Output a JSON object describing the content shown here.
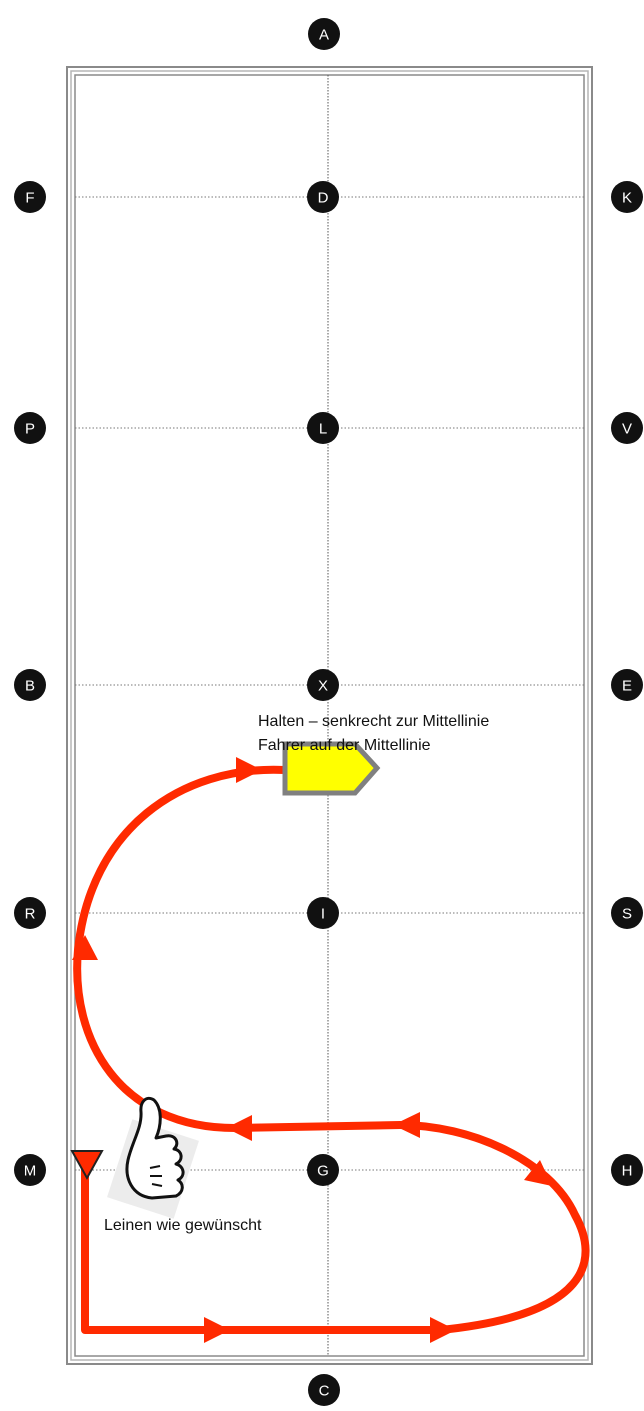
{
  "arena": {
    "markers": {
      "top": "A",
      "bottom": "C",
      "left_side": [
        "F",
        "P",
        "B",
        "R",
        "M"
      ],
      "right_side": [
        "K",
        "V",
        "E",
        "S",
        "H"
      ],
      "center_line": [
        "D",
        "L",
        "X",
        "I",
        "G"
      ]
    }
  },
  "annotations": {
    "halt_line1": "Halten – senkrecht zur Mittellinie",
    "halt_line2": "Fahrer auf der Mittellinie",
    "reins": "Leinen wie gewünscht"
  },
  "colors": {
    "path": "#ff2a00",
    "halt_marker": "#ffff00",
    "halt_border": "#808080",
    "marker_fill": "#111111",
    "start_triangle": "#ff2a00"
  },
  "icons": {
    "thumbs_up": "thumbs-up-icon",
    "start": "start-triangle-icon",
    "halt": "halt-carriage-icon"
  }
}
